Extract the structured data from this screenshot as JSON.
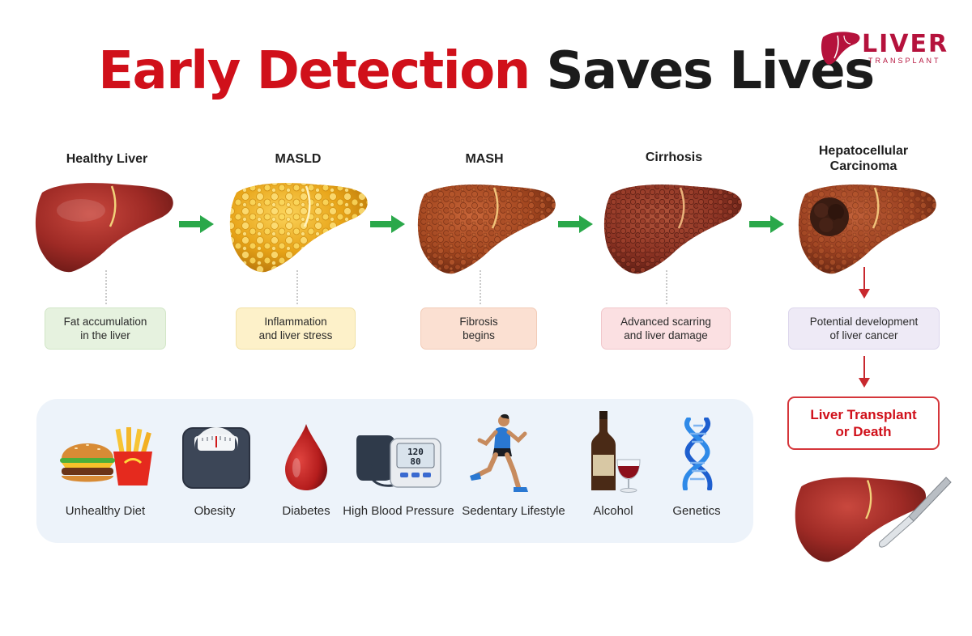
{
  "title": {
    "part_red": "Early Detection",
    "part_dark": "Saves Lives"
  },
  "logo": {
    "word": "LIVER",
    "sub": "TRANSPLANT"
  },
  "colors": {
    "accent_red": "#d0101a",
    "arrow_green": "#2aa84a",
    "arrow_red": "#c8282e",
    "panel_bg": "#edf3fa"
  },
  "stages": [
    {
      "label": "Healthy Liver",
      "description": "Fat accumulation\nin the liver",
      "icon": "healthy-liver-icon"
    },
    {
      "label": "MASLD",
      "description": "Inflammation\nand liver stress",
      "icon": "fatty-liver-icon"
    },
    {
      "label": "MASH",
      "description": "Fibrosis\nbegins",
      "icon": "fibrotic-liver-icon"
    },
    {
      "label": "Cirrhosis",
      "description": "Advanced scarring\nand liver damage",
      "icon": "cirrhotic-liver-icon"
    },
    {
      "label": "Hepatocellular\nCarcinoma",
      "description": "Potential development\nof liver cancer",
      "icon": "cancerous-liver-icon"
    }
  ],
  "outcome": {
    "label": "Liver Transplant\nor Death",
    "icon": "liver-scalpel-icon"
  },
  "risk_factors": [
    {
      "label": "Unhealthy Diet",
      "icon": "burger-fries-icon"
    },
    {
      "label": "Obesity",
      "icon": "weight-scale-icon"
    },
    {
      "label": "Diabetes",
      "icon": "blood-drop-icon"
    },
    {
      "label": "High Blood Pressure",
      "icon": "blood-pressure-monitor-icon"
    },
    {
      "label": "Sedentary Lifestyle",
      "icon": "runner-icon"
    },
    {
      "label": "Alcohol",
      "icon": "wine-bottle-icon"
    },
    {
      "label": "Genetics",
      "icon": "dna-icon"
    }
  ]
}
